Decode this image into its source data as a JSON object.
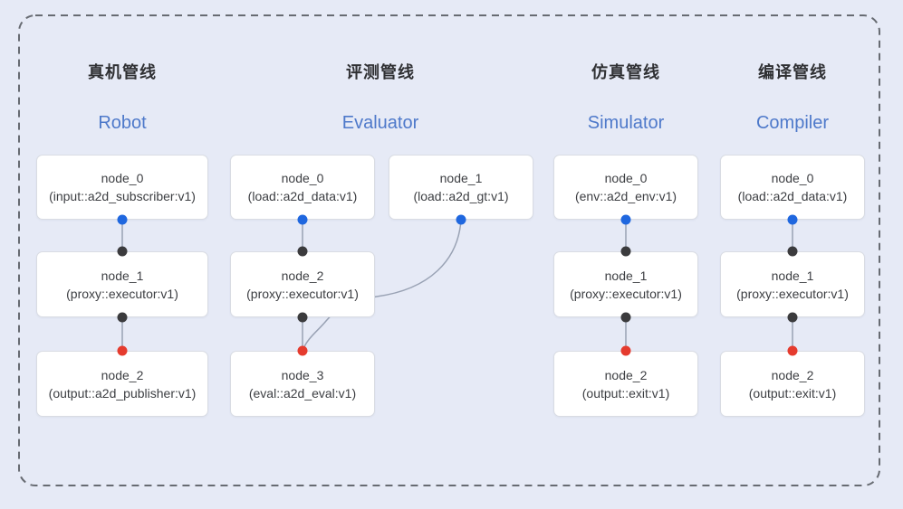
{
  "diagram": {
    "pipelines": [
      {
        "title_cn": "真机管线",
        "title_en": "Robot",
        "nodes": [
          {
            "name": "node_0",
            "type": "(input::a2d_subscriber:v1)"
          },
          {
            "name": "node_1",
            "type": "(proxy::executor:v1)"
          },
          {
            "name": "node_2",
            "type": "(output::a2d_publisher:v1)"
          }
        ]
      },
      {
        "title_cn": "评测管线",
        "title_en": "Evaluator",
        "nodes": [
          {
            "name": "node_0",
            "type": "(load::a2d_data:v1)"
          },
          {
            "name": "node_1",
            "type": "(load::a2d_gt:v1)"
          },
          {
            "name": "node_2",
            "type": "(proxy::executor:v1)"
          },
          {
            "name": "node_3",
            "type": "(eval::a2d_eval:v1)"
          }
        ]
      },
      {
        "title_cn": "仿真管线",
        "title_en": "Simulator",
        "nodes": [
          {
            "name": "node_0",
            "type": "(env::a2d_env:v1)"
          },
          {
            "name": "node_1",
            "type": "(proxy::executor:v1)"
          },
          {
            "name": "node_2",
            "type": "(output::exit:v1)"
          }
        ]
      },
      {
        "title_cn": "编译管线",
        "title_en": "Compiler",
        "nodes": [
          {
            "name": "node_0",
            "type": "(load::a2d_data:v1)"
          },
          {
            "name": "node_1",
            "type": "(proxy::executor:v1)"
          },
          {
            "name": "node_2",
            "type": "(output::exit:v1)"
          }
        ]
      }
    ]
  },
  "colors": {
    "bg": "#e6eaf6",
    "dash_border": "#676b72",
    "connector": "#99a2b4",
    "box_bg": "#ffffff",
    "box_border": "#d9dce3",
    "node_text": "#3c3e42",
    "title_cn": "#2f3033",
    "title_en": "#4e79ca",
    "blue_dot": "#1f67df",
    "black_dot": "#3b3b3d",
    "red_dot": "#e53b2e"
  }
}
